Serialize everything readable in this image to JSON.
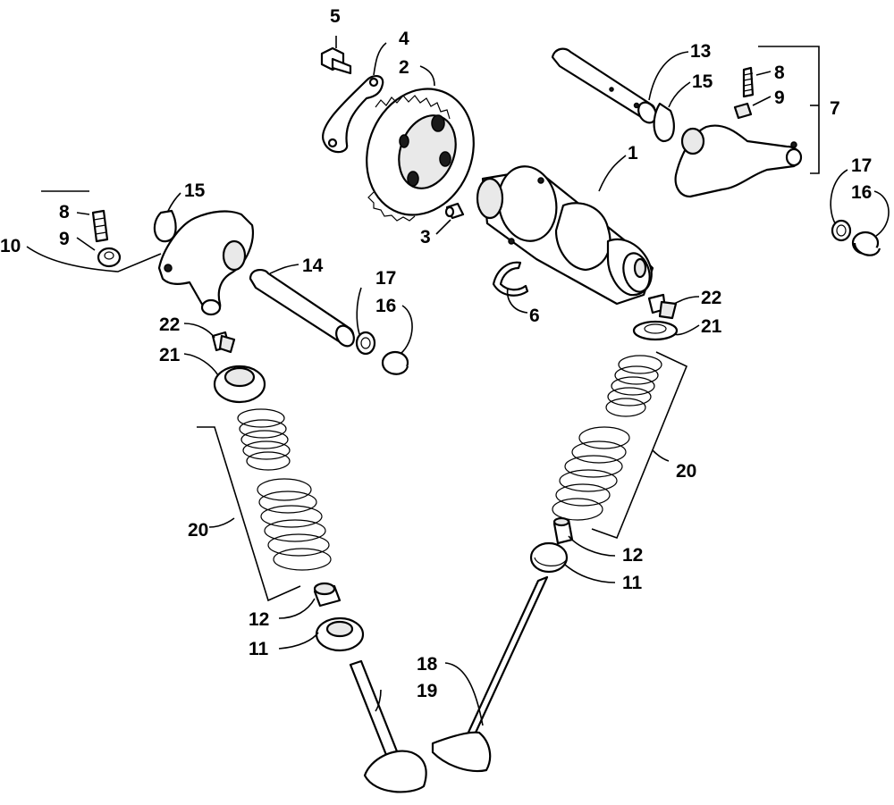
{
  "callouts": {
    "c1": "1",
    "c2": "2",
    "c3": "3",
    "c4": "4",
    "c5": "5",
    "c6": "6",
    "c7": "7",
    "c8a": "8",
    "c8b": "8",
    "c9a": "9",
    "c9b": "9",
    "c10": "10",
    "c11a": "11",
    "c11b": "11",
    "c12a": "12",
    "c12b": "12",
    "c13": "13",
    "c14": "14",
    "c15a": "15",
    "c15b": "15",
    "c16a": "16",
    "c16b": "16",
    "c17a": "17",
    "c17b": "17",
    "c18": "18",
    "c19": "19",
    "c20a": "20",
    "c20b": "20",
    "c21a": "21",
    "c21b": "21",
    "c22a": "22",
    "c22b": "22"
  },
  "colors": {
    "line": "#000000",
    "background": "#ffffff",
    "shade": "#e9e9e9"
  }
}
